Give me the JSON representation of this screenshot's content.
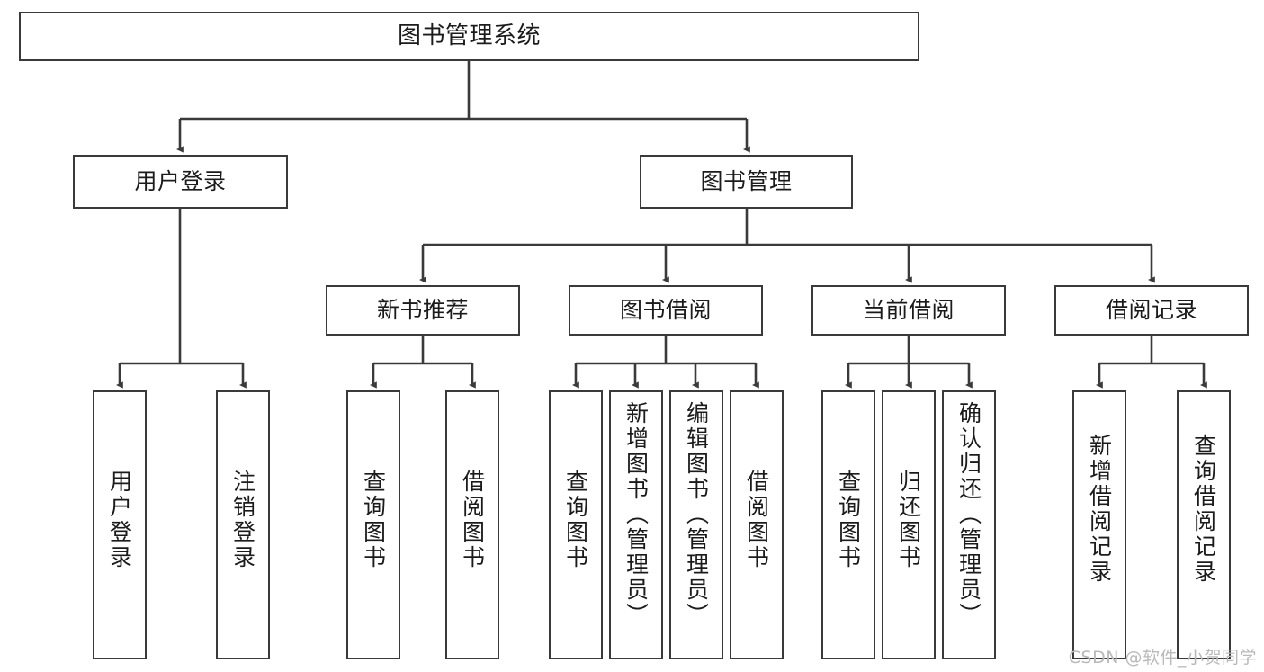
{
  "diagram": {
    "title": "图书管理系统",
    "type": "hierarchy-tree",
    "watermark": "CSDN @软件_小贺同学",
    "colors": {
      "box_border": "#3a3a3a",
      "box_fill": "#ffffff",
      "connector": "#3a3a3a",
      "text": "#1b1b1b",
      "watermark": "#b9b9b9"
    },
    "nodes": {
      "root": {
        "label": "图书管理系统"
      },
      "level1": [
        {
          "id": "user-login",
          "label": "用户登录"
        },
        {
          "id": "book-management",
          "label": "图书管理"
        }
      ],
      "level2": [
        {
          "id": "new-book-recommend",
          "label": "新书推荐"
        },
        {
          "id": "book-borrow",
          "label": "图书借阅"
        },
        {
          "id": "current-borrow",
          "label": "当前借阅"
        },
        {
          "id": "borrow-record",
          "label": "借阅记录"
        }
      ],
      "leaves": {
        "user_login": [
          {
            "id": "leaf-user-login",
            "label": "用户登录"
          },
          {
            "id": "leaf-logout",
            "label": "注销登录"
          }
        ],
        "new_book_recommend": [
          {
            "id": "leaf-query-book-1",
            "label": "查询图书"
          },
          {
            "id": "leaf-borrow-book-1",
            "label": "借阅图书"
          }
        ],
        "book_borrow": [
          {
            "id": "leaf-query-book-2",
            "label": "查询图书"
          },
          {
            "id": "leaf-add-book",
            "label": "新增图书（管理员）"
          },
          {
            "id": "leaf-edit-book",
            "label": "编辑图书（管理员）"
          },
          {
            "id": "leaf-borrow-book-2",
            "label": "借阅图书"
          }
        ],
        "current_borrow": [
          {
            "id": "leaf-query-book-3",
            "label": "查询图书"
          },
          {
            "id": "leaf-return-book",
            "label": "归还图书"
          },
          {
            "id": "leaf-confirm-return",
            "label": "确认归还（管理员）"
          }
        ],
        "borrow_record": [
          {
            "id": "leaf-add-record",
            "label": "新增借阅记录"
          },
          {
            "id": "leaf-query-record",
            "label": "查询借阅记录"
          }
        ]
      }
    }
  }
}
